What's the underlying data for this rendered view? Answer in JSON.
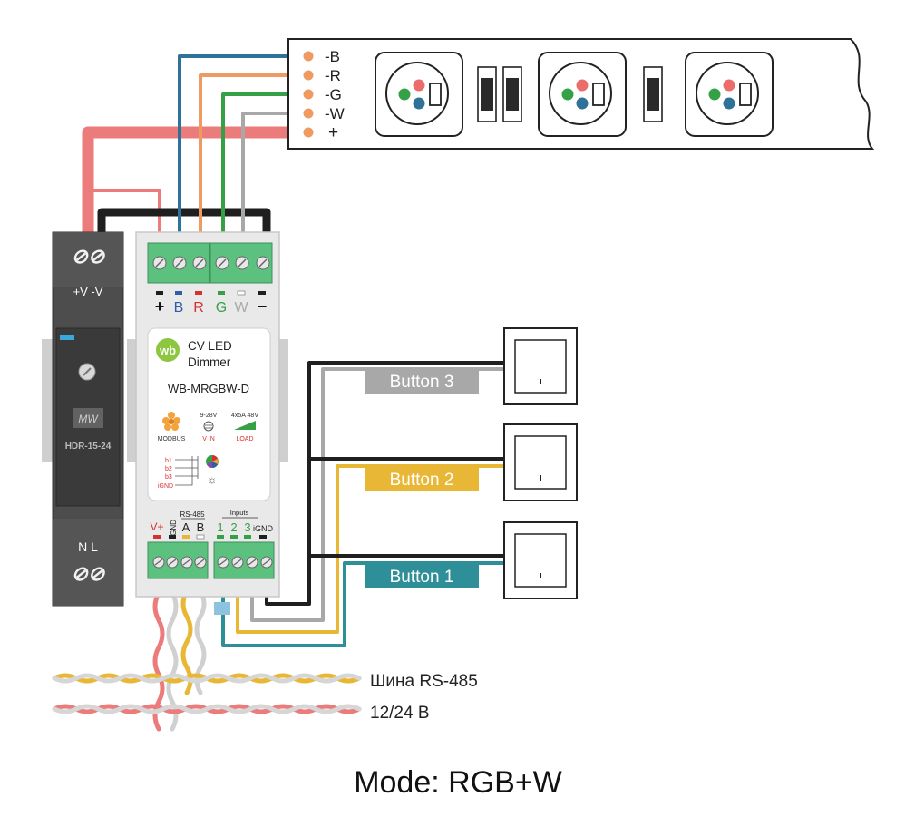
{
  "strip": {
    "pins": [
      "-B",
      "-R",
      "-G",
      "-W",
      "+"
    ]
  },
  "psu": {
    "top_label": "+V -V",
    "brand": "MW",
    "model": "HDR-15-24",
    "bottom_label": "N  L"
  },
  "dimmer": {
    "out_labels": [
      "+",
      "B",
      "R",
      "G",
      "W",
      "−"
    ],
    "logo": "wb",
    "title_line1": "CV LED",
    "title_line2": "Dimmer",
    "model": "WB-MRGBW-D",
    "modbus": "MODBUS",
    "vin_range": "9-28V",
    "vin_label": "V IN",
    "load_rating": "4x5A 48V",
    "load_label": "LOAD",
    "b_labels": [
      "b1",
      "b2",
      "b3",
      "iGND"
    ],
    "bottom_labels": [
      "V+",
      "GND",
      "A",
      "B",
      "1",
      "2",
      "3",
      "iGND"
    ],
    "rs485_label": "RS-485",
    "inputs_label": "Inputs"
  },
  "buttons": [
    "Button 3",
    "Button 2",
    "Button 1"
  ],
  "bus_label": "Шина RS-485",
  "power_label": "12/24  В",
  "mode_label": "Mode: RGB+W",
  "colors": {
    "blue": "#2f7299",
    "orange": "#ef9a62",
    "green": "#36a046",
    "gray": "#a8a8a8",
    "red": "#ec7b7b",
    "black": "#1f1f1f",
    "yellow": "#e9b736",
    "teal": "#2e8f98",
    "terminal": "#5cc07f",
    "psu": "#4d4d4d"
  }
}
